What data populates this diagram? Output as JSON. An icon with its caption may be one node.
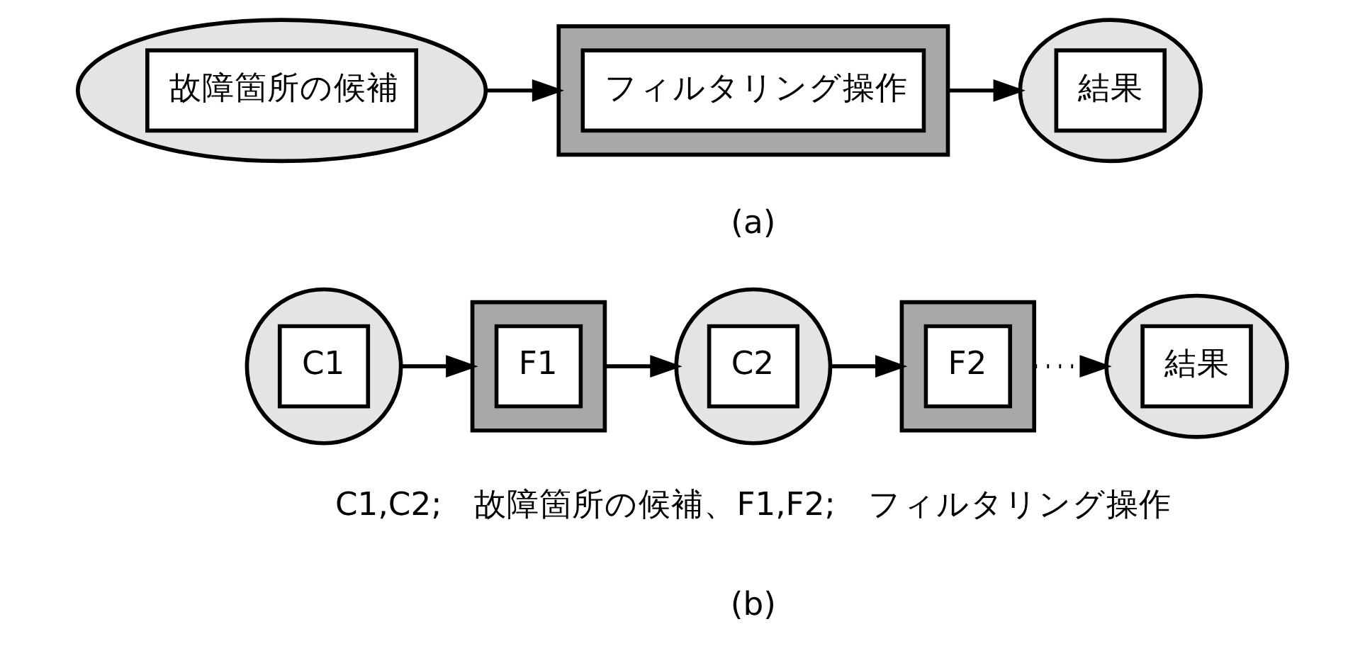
{
  "diagram": {
    "nodes": [
      {
        "text": [],
        "shape": "ellipse"
      },
      {
        "text": [
          "故障箇所の候補"
        ],
        "in": 0
      },
      {
        "text": [],
        "shape": "box"
      },
      {
        "text": [
          "フィルタリング操作"
        ],
        "in": 2
      },
      {
        "text": [],
        "shape": "ellipse"
      },
      {
        "text": [
          "結果"
        ],
        "in": 4
      },
      {
        "text": [],
        "shape": "circle"
      },
      {
        "text": [
          "C1"
        ],
        "in": 6
      },
      {
        "text": [],
        "shape": "box"
      },
      {
        "text": [
          "F1"
        ],
        "in": 8
      },
      {
        "text": [],
        "shape": "circle"
      },
      {
        "text": [
          "C2"
        ],
        "in": 10
      },
      {
        "text": [],
        "shape": "box"
      },
      {
        "text": [
          "F2"
        ],
        "in": 12
      },
      {
        "text": [],
        "shape": "ellipse"
      },
      {
        "text": [
          "結果"
        ],
        "in": 14
      }
    ],
    "edges": [
      {
        "from": 0,
        "to": 2,
        "arrow": "to"
      },
      {
        "from": 2,
        "to": 4,
        "arrow": "to"
      },
      {
        "from": 6,
        "to": 8,
        "arrow": "to"
      },
      {
        "from": 8,
        "to": 10,
        "arrow": "to"
      },
      {
        "from": 10,
        "to": 12,
        "arrow": "to"
      },
      {
        "from": 12,
        "to": 14,
        "arrow": "to",
        "style": "dashed"
      }
    ],
    "labels": [
      "(a)",
      "C1,C2;　故障箇所の候補、F1,F2;　フィルタリング操作",
      "(b)"
    ]
  }
}
